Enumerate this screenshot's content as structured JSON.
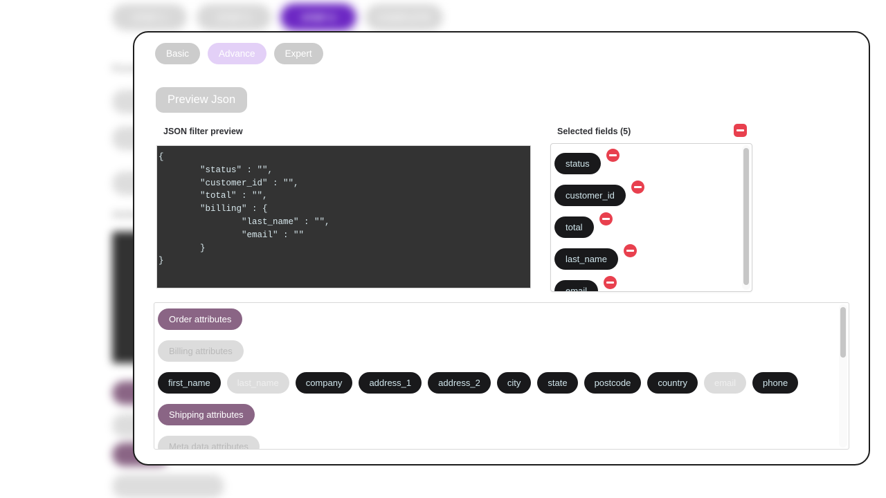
{
  "background": {
    "steps": [
      {
        "label": "STEP 1",
        "active": false
      },
      {
        "label": "STEP 2",
        "active": false
      },
      {
        "label": "STEP 3",
        "active": true
      },
      {
        "label": "COMPLETE",
        "active": false
      }
    ],
    "preview_label": "Preview",
    "attributes_label": "Attributes",
    "pills": [
      "Order attributes",
      "Billing attributes",
      "Shipping attributes",
      "Meta data attributes"
    ]
  },
  "modal": {
    "tabs": [
      {
        "label": "Basic",
        "selected": false
      },
      {
        "label": "Advance",
        "selected": true
      },
      {
        "label": "Expert",
        "selected": false
      }
    ],
    "preview_json_button": "Preview Json",
    "json_preview": {
      "label": "JSON filter preview",
      "code": "{\n        \"status\" : \"\",\n        \"customer_id\" : \"\",\n        \"total\" : \"\",\n        \"billing\" : {\n                \"last_name\" : \"\",\n                \"email\" : \"\"\n        }\n}"
    },
    "selected_fields": {
      "label": "Selected fields (5)",
      "remove_all_icon": "minus-square-icon",
      "items": [
        {
          "label": "status",
          "remove_icon": "minus-circle-icon"
        },
        {
          "label": "customer_id",
          "remove_icon": "minus-circle-icon"
        },
        {
          "label": "total",
          "remove_icon": "minus-circle-icon"
        },
        {
          "label": "last_name",
          "remove_icon": "minus-circle-icon"
        },
        {
          "label": "email",
          "remove_icon": "minus-circle-icon"
        }
      ]
    },
    "attributes_panel": {
      "groups": [
        {
          "label": "Order attributes",
          "style": "purple"
        },
        {
          "label": "Billing attributes",
          "style": "muted"
        }
      ],
      "billing_fields": [
        {
          "label": "first_name",
          "used": false
        },
        {
          "label": "last_name",
          "used": true
        },
        {
          "label": "company",
          "used": false
        },
        {
          "label": "address_1",
          "used": false
        },
        {
          "label": "address_2",
          "used": false
        },
        {
          "label": "city",
          "used": false
        },
        {
          "label": "state",
          "used": false
        },
        {
          "label": "postcode",
          "used": false
        },
        {
          "label": "country",
          "used": false
        },
        {
          "label": "email",
          "used": true
        },
        {
          "label": "phone",
          "used": false
        }
      ],
      "groups_after": [
        {
          "label": "Shipping attributes",
          "style": "purple"
        },
        {
          "label": "Meta data attributes",
          "style": "muted"
        }
      ]
    }
  },
  "colors": {
    "accent_purple": "#6d28c4",
    "group_purple": "#8a6585",
    "remove_red": "#e8404e",
    "pill_dark": "#19191b",
    "pill_text": "#cfe4ea",
    "code_bg": "#333333",
    "tab_selected": "#e3d0f7"
  }
}
